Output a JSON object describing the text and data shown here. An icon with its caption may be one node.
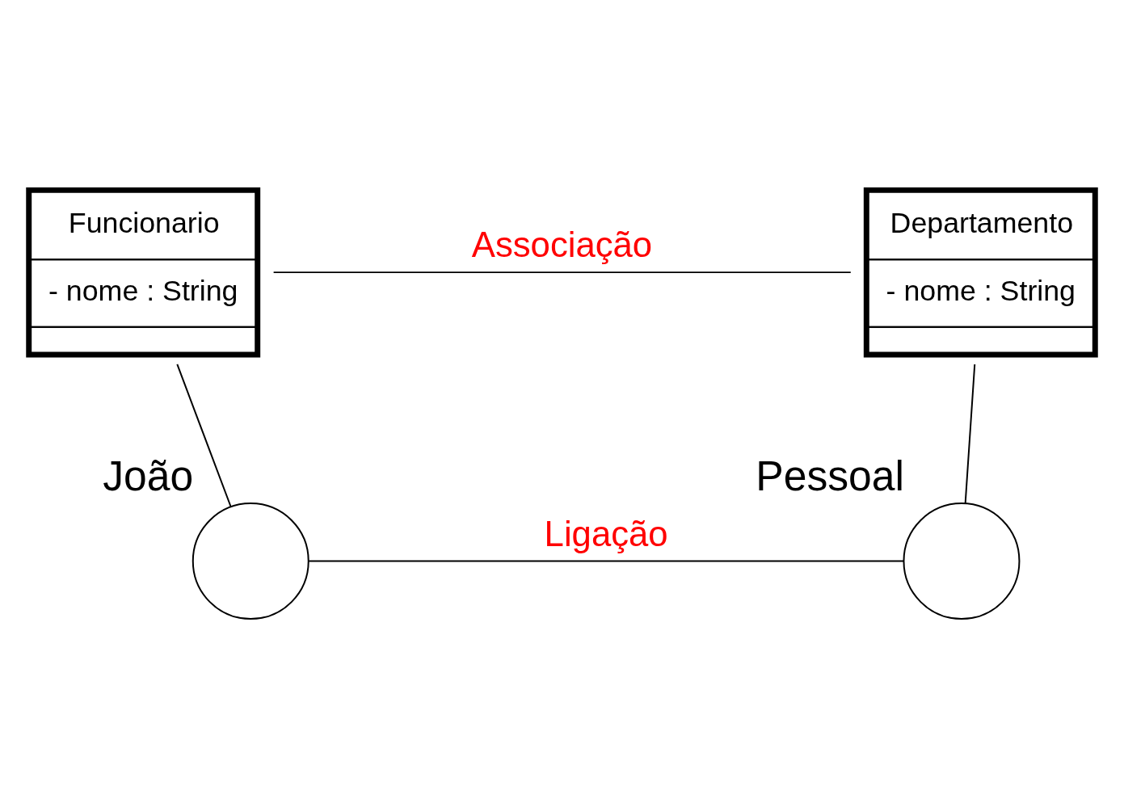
{
  "diagram": {
    "nodes": [
      {
        "text": [
          "Funcionario",
          "- nome : String"
        ]
      },
      {
        "text": [
          "Departamento",
          "- nome : String"
        ]
      },
      {
        "text": [],
        "shape": "circle",
        "beside": [
          "João"
        ]
      },
      {
        "text": [],
        "shape": "circle",
        "beside": [
          "Pessoal"
        ]
      }
    ],
    "edges": [
      {
        "from": 0,
        "to": 1,
        "arrow": "none",
        "label": "Associação"
      },
      {
        "from": 0,
        "to": 2,
        "arrow": "none"
      },
      {
        "from": 1,
        "to": 3,
        "arrow": "none"
      },
      {
        "from": 2,
        "to": 3,
        "arrow": "none",
        "label": "Ligação"
      }
    ]
  }
}
